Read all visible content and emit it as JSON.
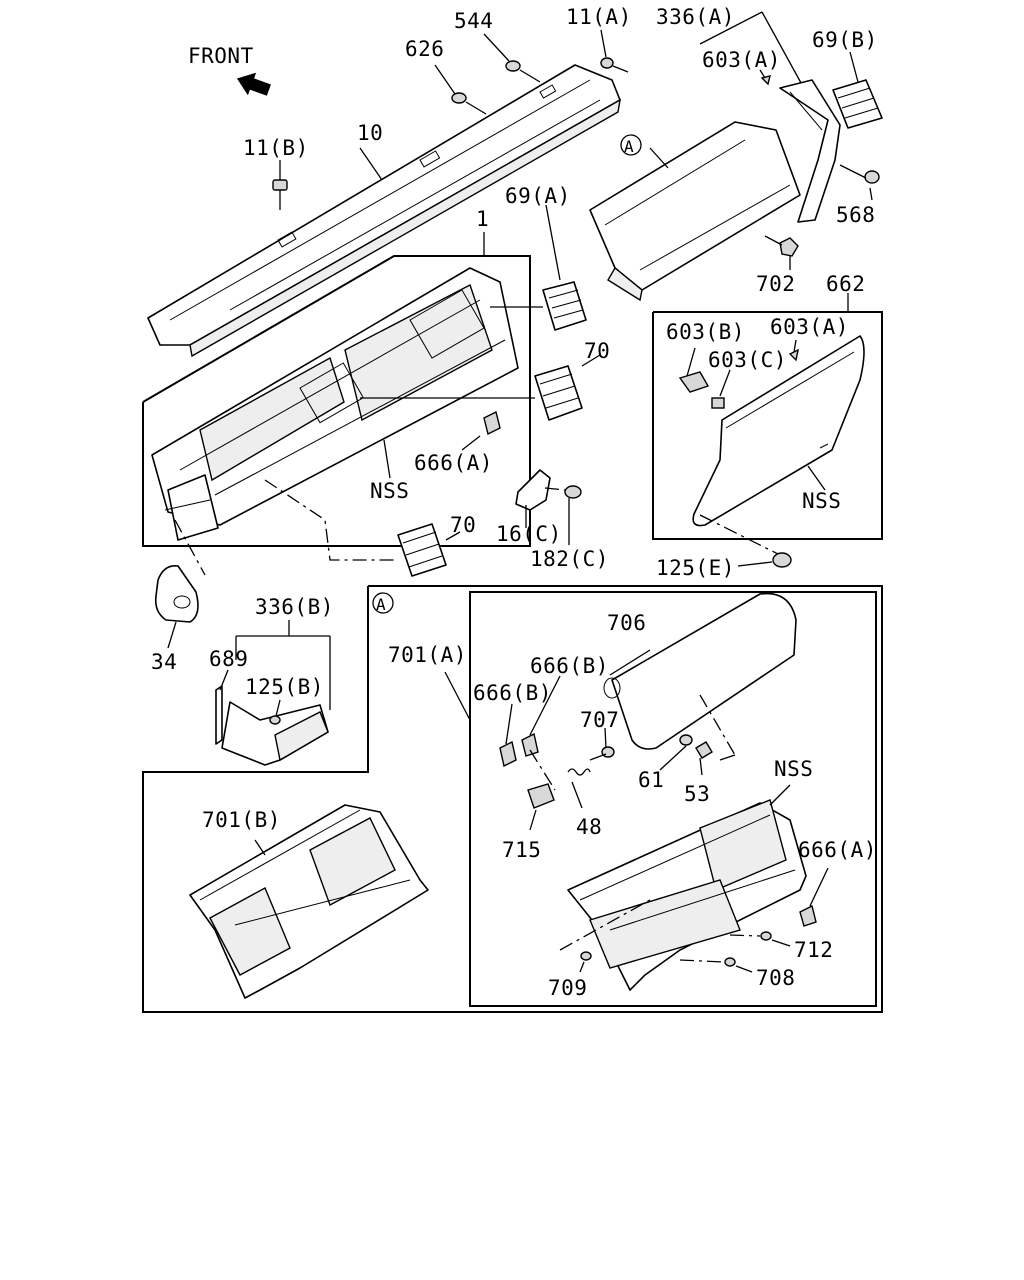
{
  "front_label": "FRONT",
  "callout_mark": "A",
  "labels": {
    "p544": "544",
    "p11A": "11(A)",
    "p336A": "336(A)",
    "p626": "626",
    "p69B": "69(B)",
    "p603A_top": "603(A)",
    "p11B": "11(B)",
    "p10": "10",
    "p69A": "69(A)",
    "p568": "568",
    "p1": "1",
    "p702": "702",
    "p662": "662",
    "p603B": "603(B)",
    "p603A_box": "603(A)",
    "p603C": "603(C)",
    "p70_upper": "70",
    "p666A_upper": "666(A)",
    "nss_dash": "NSS",
    "nss_cover": "NSS",
    "p16C": "16(C)",
    "p182C": "182(C)",
    "p70_lower": "70",
    "p125E": "125(E)",
    "p336B": "336(B)",
    "p34": "34",
    "p689": "689",
    "p125B": "125(B)",
    "p701A": "701(A)",
    "p706": "706",
    "p666B_1": "666(B)",
    "p666B_2": "666(B)",
    "p707": "707",
    "p61": "61",
    "p53": "53",
    "nss_detail": "NSS",
    "p701B": "701(B)",
    "p715": "715",
    "p48": "48",
    "p666A_lower": "666(A)",
    "p712": "712",
    "p709": "709",
    "p708": "708"
  },
  "icons": [
    "front-arrow-icon",
    "callout-circle-icon"
  ]
}
